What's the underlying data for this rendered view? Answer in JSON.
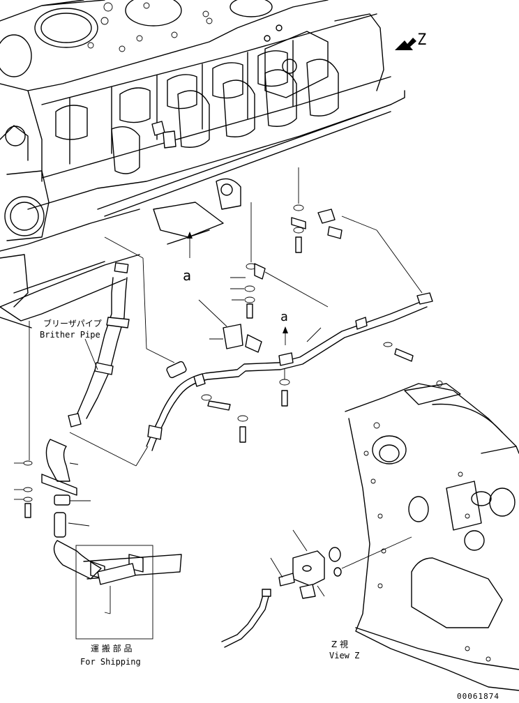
{
  "labels": {
    "view_arrow": "Z",
    "pointer_left": "a",
    "pointer_right": "a",
    "breather_jp": "ブリーザパイプ",
    "breather_en": "Brither Pipe",
    "shipping_jp": "運 搬 部 品",
    "shipping_en": "For Shipping",
    "view_jp": "Z 視",
    "view_en": "View Z",
    "drawing_number": "00061874"
  },
  "colors": {
    "line": "#000000",
    "background": "#ffffff"
  }
}
